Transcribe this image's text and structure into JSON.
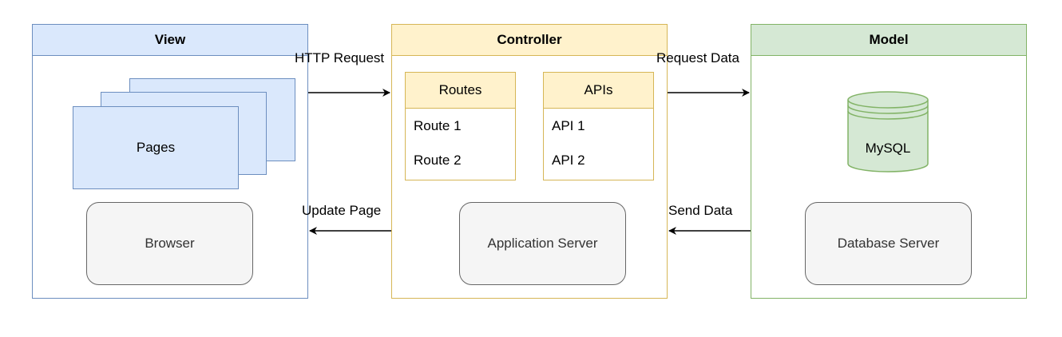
{
  "view": {
    "title": "View",
    "pages_label": "Pages",
    "browser_label": "Browser"
  },
  "controller": {
    "title": "Controller",
    "routes": {
      "header": "Routes",
      "items": [
        "Route 1",
        "Route 2"
      ]
    },
    "apis": {
      "header": "APIs",
      "items": [
        "API 1",
        "API 2"
      ]
    },
    "server_label": "Application Server"
  },
  "model": {
    "title": "Model",
    "db_label": "MySQL",
    "server_label": "Database Server"
  },
  "arrows": {
    "http_request": "HTTP Request",
    "update_page": "Update Page",
    "request_data": "Request Data",
    "send_data": "Send Data"
  },
  "colors": {
    "view_fill": "#dae8fc",
    "view_stroke": "#6c8ebf",
    "controller_fill": "#fff2cc",
    "controller_stroke": "#d6b656",
    "model_fill": "#d5e8d4",
    "model_stroke": "#82b366",
    "server_fill": "#f5f5f5",
    "server_stroke": "#666666"
  }
}
